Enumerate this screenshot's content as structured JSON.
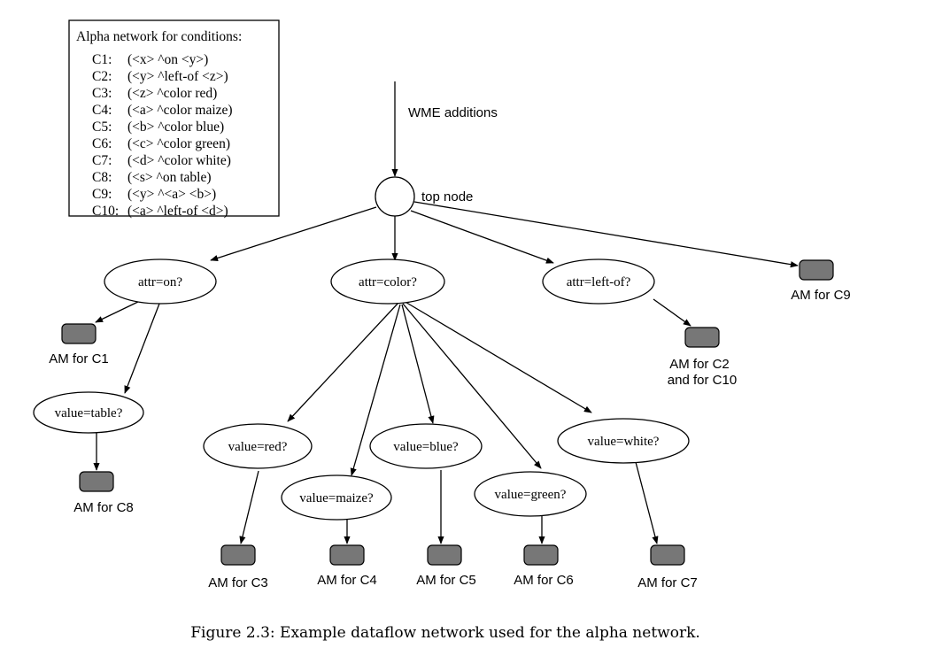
{
  "legend": {
    "title": "Alpha network for conditions:",
    "conditions": [
      {
        "id": "C1:",
        "text": "(<x> ^on <y>)"
      },
      {
        "id": "C2:",
        "text": "(<y> ^left-of <z>)"
      },
      {
        "id": "C3:",
        "text": "(<z> ^color red)"
      },
      {
        "id": "C4:",
        "text": "(<a> ^color maize)"
      },
      {
        "id": "C5:",
        "text": "(<b> ^color blue)"
      },
      {
        "id": "C6:",
        "text": "(<c> ^color green)"
      },
      {
        "id": "C7:",
        "text": "(<d> ^color white)"
      },
      {
        "id": "C8:",
        "text": "(<s> ^on table)"
      },
      {
        "id": "C9:",
        "text": "(<y> ^<a> <b>)"
      },
      {
        "id": "C10:",
        "text": "(<a> ^left-of <d>)"
      }
    ]
  },
  "input_label": "WME additions",
  "top_node_label": "top node",
  "nodes": {
    "attr_on": "attr=on?",
    "attr_color": "attr=color?",
    "attr_leftof": "attr=left-of?",
    "value_table": "value=table?",
    "value_red": "value=red?",
    "value_maize": "value=maize?",
    "value_blue": "value=blue?",
    "value_green": "value=green?",
    "value_white": "value=white?"
  },
  "memories": {
    "c1": "AM for C1",
    "c8": "AM for C8",
    "c3": "AM for C3",
    "c4": "AM for C4",
    "c5": "AM for C5",
    "c6": "AM for C6",
    "c7": "AM for C7",
    "c9": "AM for C9",
    "c2_line1": "AM for C2",
    "c2_line2": "and for C10"
  },
  "caption": "Figure 2.3: Example dataflow network used for the alpha network."
}
